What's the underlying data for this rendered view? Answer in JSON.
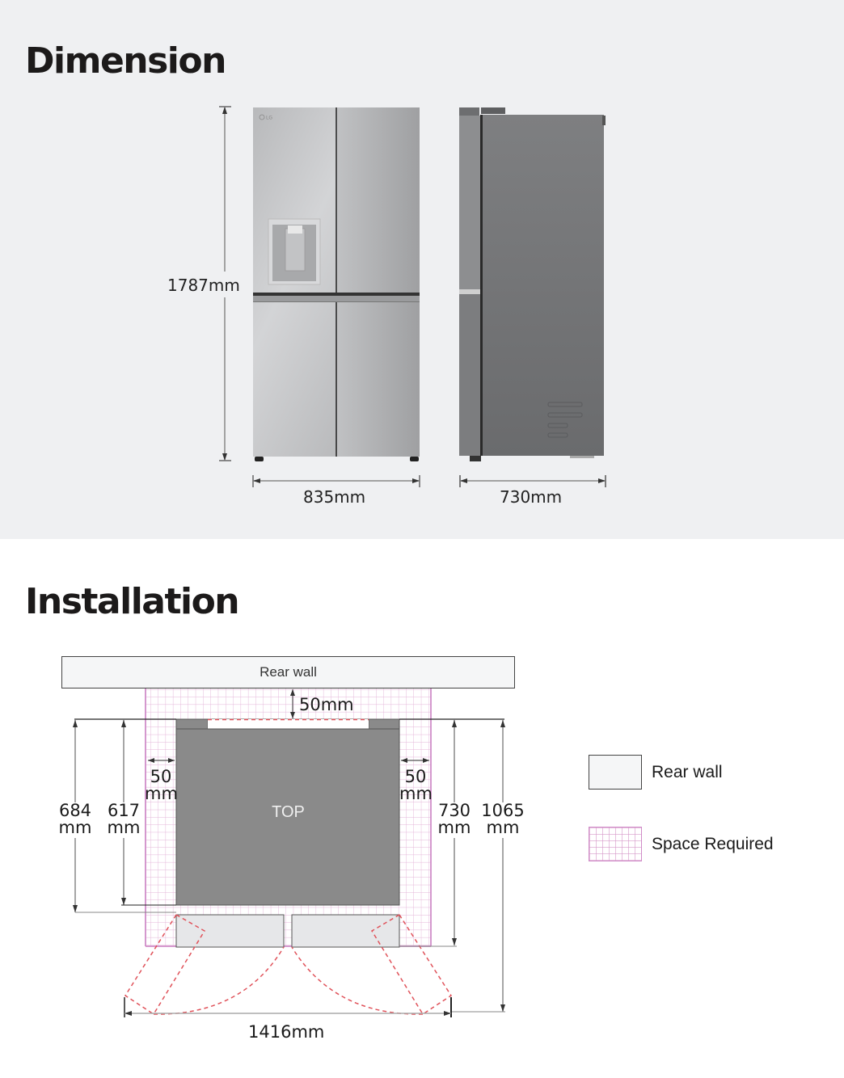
{
  "dimension": {
    "title": "Dimension",
    "height_label": "1787mm",
    "width_label": "835mm",
    "depth_label": "730mm",
    "front_view": {
      "brand_mark": "LG"
    }
  },
  "installation": {
    "title": "Installation",
    "rear_wall_label": "Rear wall",
    "rear_gap_label": "50mm",
    "left_gap": {
      "value": "50",
      "unit": "mm"
    },
    "right_gap": {
      "value": "50",
      "unit": "mm"
    },
    "depth_684": {
      "value": "684",
      "unit": "mm"
    },
    "depth_617": {
      "value": "617",
      "unit": "mm"
    },
    "depth_730": {
      "value": "730",
      "unit": "mm"
    },
    "depth_1065": {
      "value": "1065",
      "unit": "mm"
    },
    "top_label": "TOP",
    "door_open_width_label": "1416mm",
    "legend": [
      {
        "label": "Rear wall",
        "swatch": "rear-wall"
      },
      {
        "label": "Space Required",
        "swatch": "space-required"
      }
    ],
    "colors": {
      "space_grid": "#d696c8",
      "door_swing_dash": "#e0525a",
      "fridge_body": "#8a8a8a",
      "door_panels": "#e6e7e9"
    }
  }
}
